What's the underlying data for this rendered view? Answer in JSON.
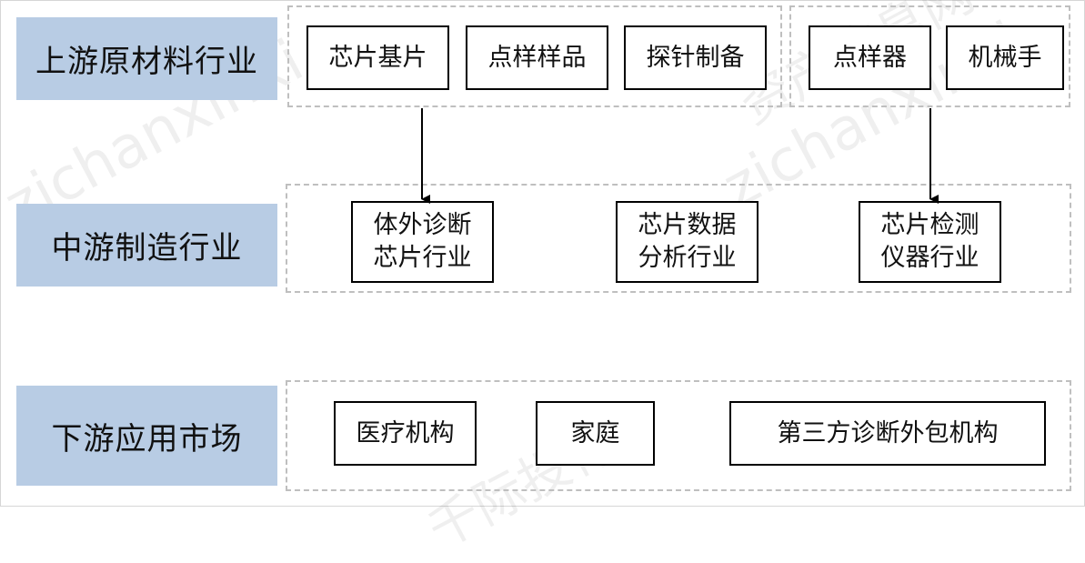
{
  "tiers": {
    "upstream": "上游原材料行业",
    "midstream": "中游制造行业",
    "downstream": "下游应用市场"
  },
  "upstream": {
    "chip_substrate": "芯片基片",
    "spot_sample": "点样样品",
    "probe_prep": "探针制备",
    "spotter": "点样器",
    "robot_arm": "机械手"
  },
  "midstream": {
    "ivd_chip": [
      "体外诊断",
      "芯片行业"
    ],
    "chip_data": [
      "芯片数据",
      "分析行业"
    ],
    "chip_test": [
      "芯片检测",
      "仪器行业"
    ]
  },
  "downstream": {
    "medical": "医疗机构",
    "home": "家庭",
    "third_party": "第三方诊断外包机构"
  },
  "watermarks": [
    "zichanxinxi",
    "资产信息网",
    "千际投行"
  ]
}
